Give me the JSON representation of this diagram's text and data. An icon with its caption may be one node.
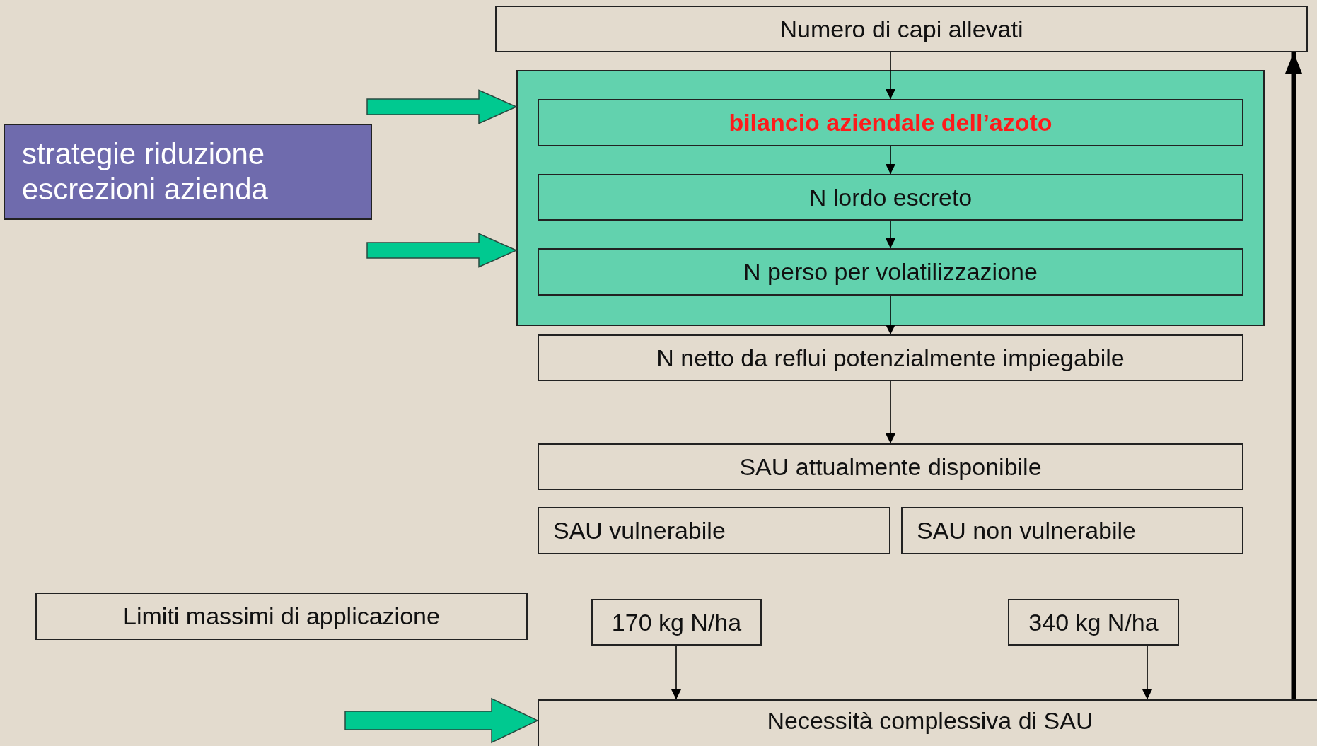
{
  "diagram": {
    "nodes": [
      {
        "text": [
          "Numero di capi allevati"
        ]
      },
      {
        "text": [],
        "shape": "box"
      },
      {
        "text": [
          "bilancio aziendale dell’azoto"
        ],
        "in": 1
      },
      {
        "text": [
          "N lordo escreto"
        ],
        "in": 1
      },
      {
        "text": [
          "N perso per volatilizzazione"
        ],
        "in": 1
      },
      {
        "text": [
          "N netto da reflui potenzialmente impiegabile"
        ]
      },
      {
        "text": [
          "SAU attualmente disponibile"
        ]
      },
      {
        "text": [
          "SAU vulnerabile"
        ]
      },
      {
        "text": [
          "SAU non vulnerabile"
        ]
      },
      {
        "text": [
          "strategie riduzione escrezioni azienda"
        ]
      },
      {
        "text": [
          "Limiti massimi di applicazione"
        ]
      },
      {
        "text": [
          "170 kg N/ha"
        ]
      },
      {
        "text": [
          "340 kg N/ha"
        ]
      },
      {
        "text": [
          "Necessità complessiva di SAU"
        ]
      }
    ],
    "edges": [
      {
        "from": 0,
        "to": 2,
        "arrow": "to"
      },
      {
        "from": 2,
        "to": 3,
        "arrow": "to"
      },
      {
        "from": 3,
        "to": 4,
        "arrow": "to"
      },
      {
        "from": 4,
        "to": 5,
        "arrow": "to"
      },
      {
        "from": 5,
        "to": 6,
        "arrow": "to"
      },
      {
        "from": 11,
        "to": 13,
        "arrow": "to"
      },
      {
        "from": 12,
        "to": 13,
        "arrow": "to"
      },
      {
        "from": 13,
        "to": 0,
        "arrow": "to",
        "style": "thick"
      },
      {
        "from": null,
        "to": 1,
        "arrow": "to",
        "style": "thick",
        "color": "#00c990"
      },
      {
        "from": null,
        "to": 1,
        "arrow": "to",
        "style": "thick",
        "color": "#00c990"
      },
      {
        "from": null,
        "to": 13,
        "arrow": "to",
        "style": "thick",
        "color": "#00c990"
      }
    ]
  }
}
